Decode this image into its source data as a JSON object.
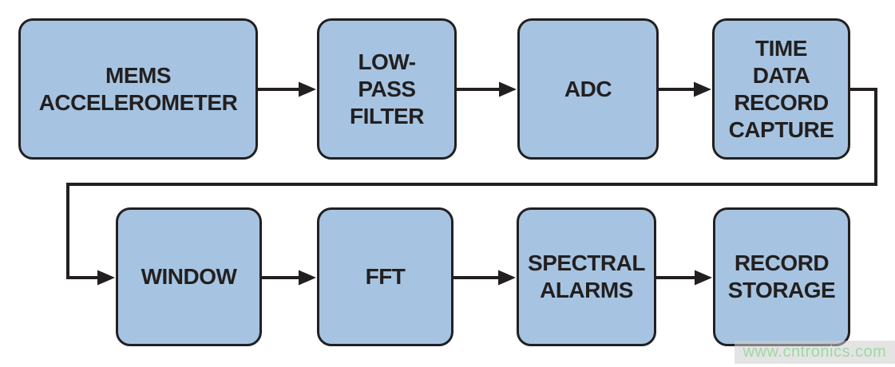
{
  "diagram": {
    "type": "block-flow-diagram",
    "blocks": [
      {
        "id": "mems-accelerometer",
        "label": "MEMS\nACCELEROMETER"
      },
      {
        "id": "low-pass-filter",
        "label": "LOW-\nPASS\nFILTER"
      },
      {
        "id": "adc",
        "label": "ADC"
      },
      {
        "id": "time-data-record-capture",
        "label": "TIME\nDATA\nRECORD\nCAPTURE"
      },
      {
        "id": "window",
        "label": "WINDOW"
      },
      {
        "id": "fft",
        "label": "FFT"
      },
      {
        "id": "spectral-alarms",
        "label": "SPECTRAL\nALARMS"
      },
      {
        "id": "record-storage",
        "label": "RECORD\nSTORAGE"
      }
    ],
    "edges": [
      {
        "from": "mems-accelerometer",
        "to": "low-pass-filter"
      },
      {
        "from": "low-pass-filter",
        "to": "adc"
      },
      {
        "from": "adc",
        "to": "time-data-record-capture"
      },
      {
        "from": "time-data-record-capture",
        "to": "window"
      },
      {
        "from": "window",
        "to": "fft"
      },
      {
        "from": "fft",
        "to": "spectral-alarms"
      },
      {
        "from": "spectral-alarms",
        "to": "record-storage"
      }
    ],
    "colors": {
      "block_fill": "#a6c4e1",
      "block_border": "#231f20",
      "watermark_text": "#9ed8a3"
    }
  },
  "watermark": {
    "text": "www.cntronics.com"
  }
}
